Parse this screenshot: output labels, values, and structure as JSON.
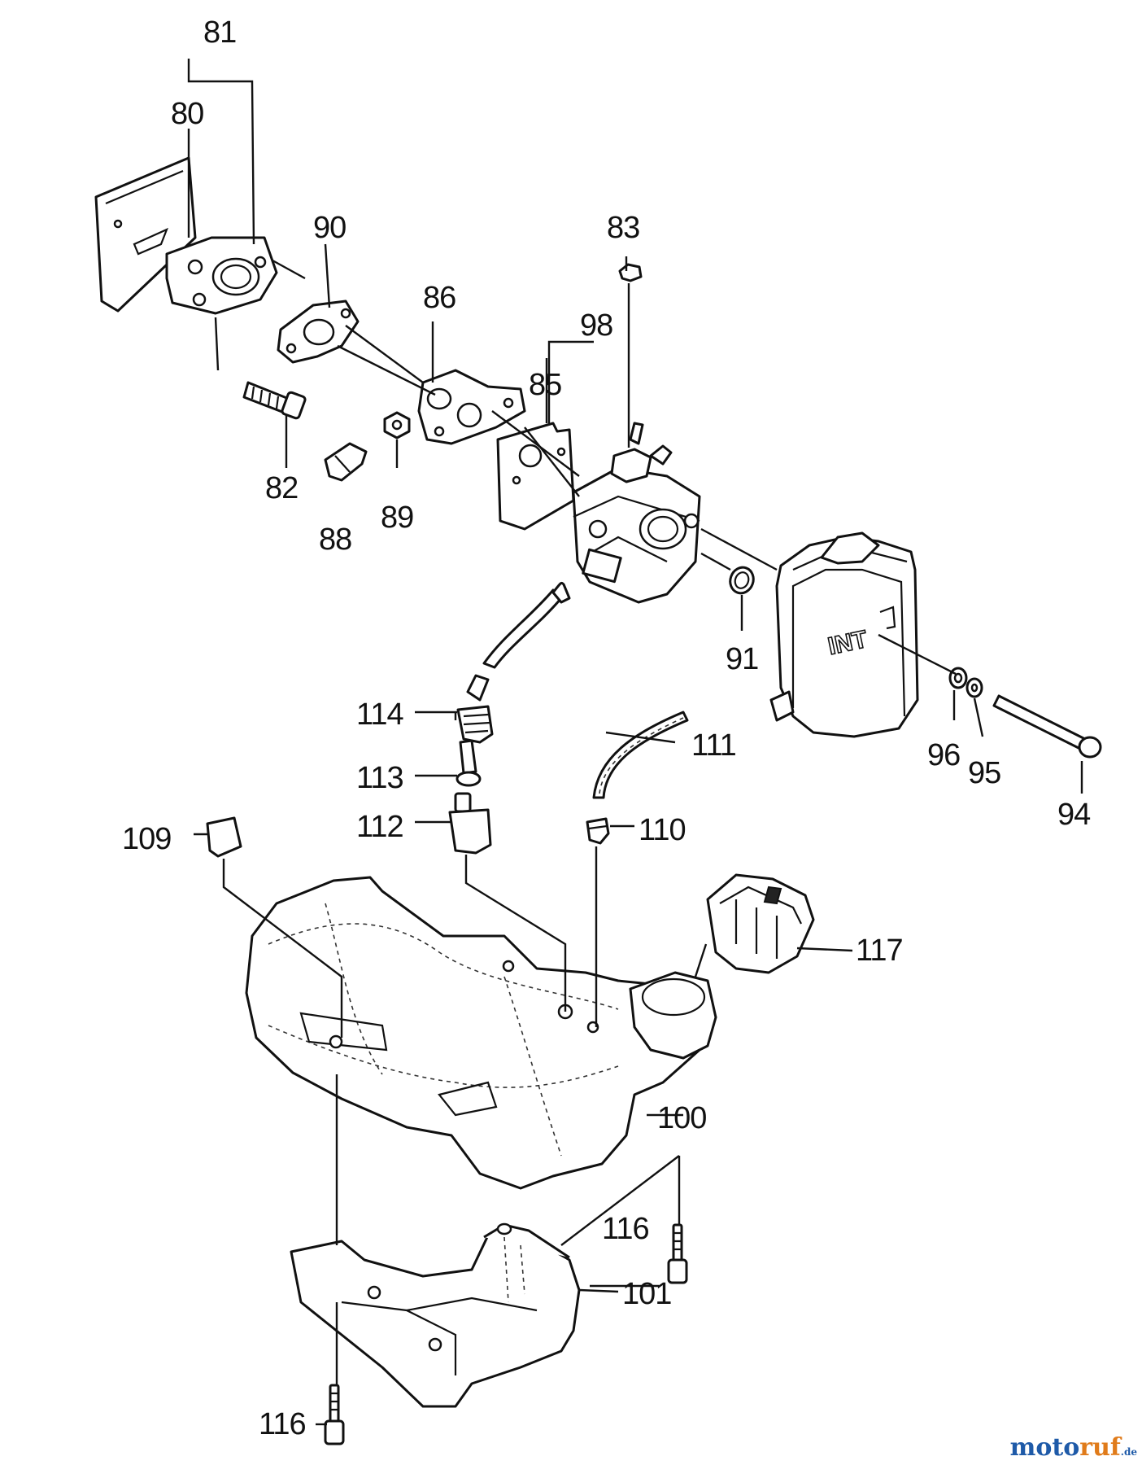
{
  "callouts": {
    "c81": "81",
    "c80": "80",
    "c90": "90",
    "c86": "86",
    "c83": "83",
    "c98": "98",
    "c85": "85",
    "c82": "82",
    "c88": "88",
    "c89": "89",
    "c91": "91",
    "c114": "114",
    "c111": "111",
    "c113": "113",
    "c96": "96",
    "c95": "95",
    "c94": "94",
    "c112": "112",
    "c110": "110",
    "c109": "109",
    "c117": "117",
    "c100": "100",
    "c116a": "116",
    "c101": "101",
    "c116b": "116"
  },
  "air_cleaner_emboss": "INT",
  "watermark": {
    "main_a": "moto",
    "main_b": "ruf",
    "suffix": ".de"
  },
  "colors": {
    "ink": "#111111",
    "watermark_blue": "#1e5aa8",
    "watermark_orange": "#e07b1a"
  }
}
